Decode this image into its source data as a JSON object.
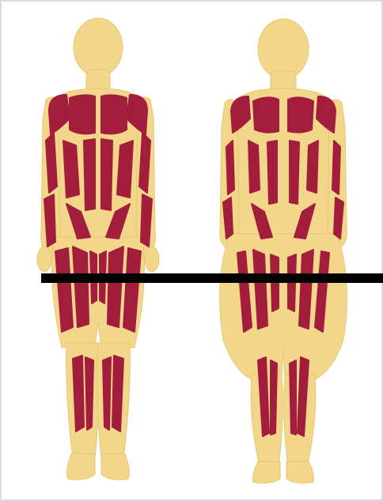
{
  "colors": {
    "background": "#ffffff",
    "frame": "#cfcfcf",
    "skin": "#f2d68a",
    "skin_outline": "#e8c774",
    "muscle": "#a31d3c",
    "line": "#000000"
  },
  "figures": [
    {
      "name": "left-figure",
      "build": "lean"
    },
    {
      "name": "right-figure",
      "build": "heavy"
    }
  ],
  "reference_line": {
    "present": true
  }
}
